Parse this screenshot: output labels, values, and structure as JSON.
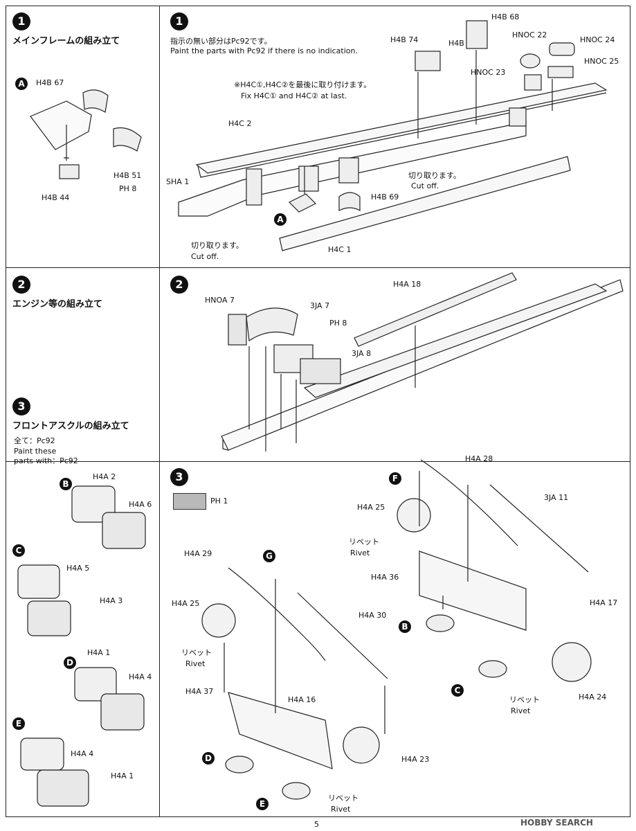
{
  "page_number": "5",
  "watermark": "HOBBY SEARCH",
  "left": {
    "s1": {
      "num": "1",
      "title": "メインフレームの組み立て"
    },
    "s2": {
      "num": "2",
      "title": "エンジン等の組み立て"
    },
    "s3": {
      "num": "3",
      "title": "フロントアスクルの組み立て",
      "note_jp": "全て：Pc92",
      "note_en1": "Paint these",
      "note_en2": "parts with：Pc92"
    },
    "subA": "A",
    "subA_parts": [
      "H4B 67",
      "H4B 51",
      "PH 8",
      "H4B 44"
    ],
    "subB": "B",
    "subB_parts": [
      "H4A 2",
      "H4A 6"
    ],
    "subC": "C",
    "subC_parts": [
      "H4A 5",
      "H4A 3"
    ],
    "subD": "D",
    "subD_parts": [
      "H4A 1",
      "H4A 4"
    ],
    "subE": "E",
    "subE_parts": [
      "H4A 4",
      "H4A 1"
    ]
  },
  "right": {
    "s1": {
      "num": "1",
      "note_jp": "指示の無い部分はPc92です。",
      "note_en": "Paint the parts with Pc92 if there is no indication.",
      "fix_jp": "※H4C①,H4C②を最後に取り付けます。",
      "fix_en": "Fix H4C① and H4C② at last.",
      "parts": [
        "H4B 75",
        "H4B 68",
        "H4B 74",
        "HNOC 22",
        "HNOC 24",
        "HNOC 25",
        "HNOC 23",
        "H4C 2",
        "SHA 1",
        "H4B 69",
        "H4C 1"
      ],
      "sub_label": "A",
      "cut_jp": "切り取ります。",
      "cut_en": "Cut off."
    },
    "s2": {
      "num": "2",
      "parts": [
        "H4A 18",
        "HNOA 7",
        "3JA 7",
        "PH 8",
        "3JA 8"
      ]
    },
    "s3": {
      "num": "3",
      "paint": "PH 1",
      "parts_g": [
        "H4A 29",
        "H4A 25",
        "H4A 30",
        "H4A 37",
        "H4A 16",
        "H4A 23"
      ],
      "parts_f": [
        "H4A 28",
        "H4A 25",
        "3JA 11",
        "H4A 36",
        "H4A 17",
        "H4A 24"
      ],
      "labels": {
        "G": "G",
        "F": "F",
        "B": "B",
        "C": "C",
        "D": "D",
        "E": "E"
      },
      "rivet_jp": "リベット",
      "rivet_en": "Rivet"
    }
  }
}
